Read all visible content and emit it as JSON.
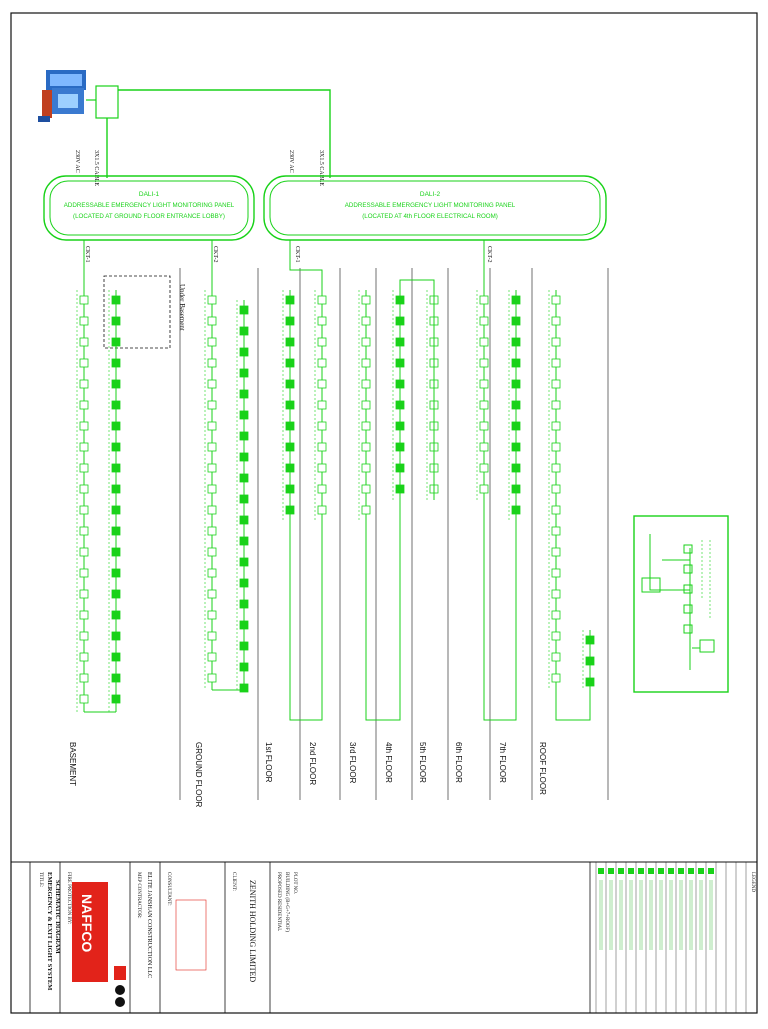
{
  "panels": [
    {
      "name": "DALI-1",
      "title": "ADDRESSABLE EMERGENCY LIGHT MONITORING PANEL",
      "location": "(LOCATED AT GROUND FLOOR ENTRANCE LOBBY)",
      "cable": "3X1.5 CABLE",
      "supply": "230V AC",
      "circuits": [
        "CKT-1",
        "CKT-2"
      ]
    },
    {
      "name": "DALI-2",
      "title": "ADDRESSABLE EMERGENCY LIGHT MONITORING PANEL",
      "location": "(LOCATED AT 4th FLOOR ELECTRICAL ROOM)",
      "cable": "3X1.5 CABLE",
      "supply": "230V AC",
      "circuits": [
        "CKT-1",
        "CKT-2"
      ]
    }
  ],
  "floors": [
    "BASEMENT",
    "GROUND FLOOR",
    "1st FLOOR",
    "2nd FLOOR",
    "3rd FLOOR",
    "4th FLOOR",
    "5th FLOOR",
    "6th FLOOR",
    "7th FLOOR",
    "ROOF FLOOR"
  ],
  "under_basement": "Under Basement",
  "titleblock": {
    "project_label": "PROPOSED RESIDENTIAL",
    "project_line2": "BUILDING (B+G+7+ROOF)",
    "project_line3": "PLOT NO.",
    "client_label": "CLIENT:",
    "client": "ZENITH HOLDING LIMITED",
    "consultant_label": "CONSULTANT:",
    "contractor_label": "MEP CONTRACTOR:",
    "contractor": "ELITE JANSHAN CONSTRUCTION LLC",
    "fire_protection_label": "FIRE PROTECTION BY:",
    "brand": "NAFFCO",
    "title_label": "TITLE:",
    "title_line1": "EMERGENCY & EXIT LIGHT SYSTEM",
    "title_line2": "SCHEMATIC DIAGRAM"
  },
  "legend_heading": "LEGEND",
  "colors": {
    "line": "#19d219",
    "ink": "#111111",
    "brand": "#e2231a"
  }
}
